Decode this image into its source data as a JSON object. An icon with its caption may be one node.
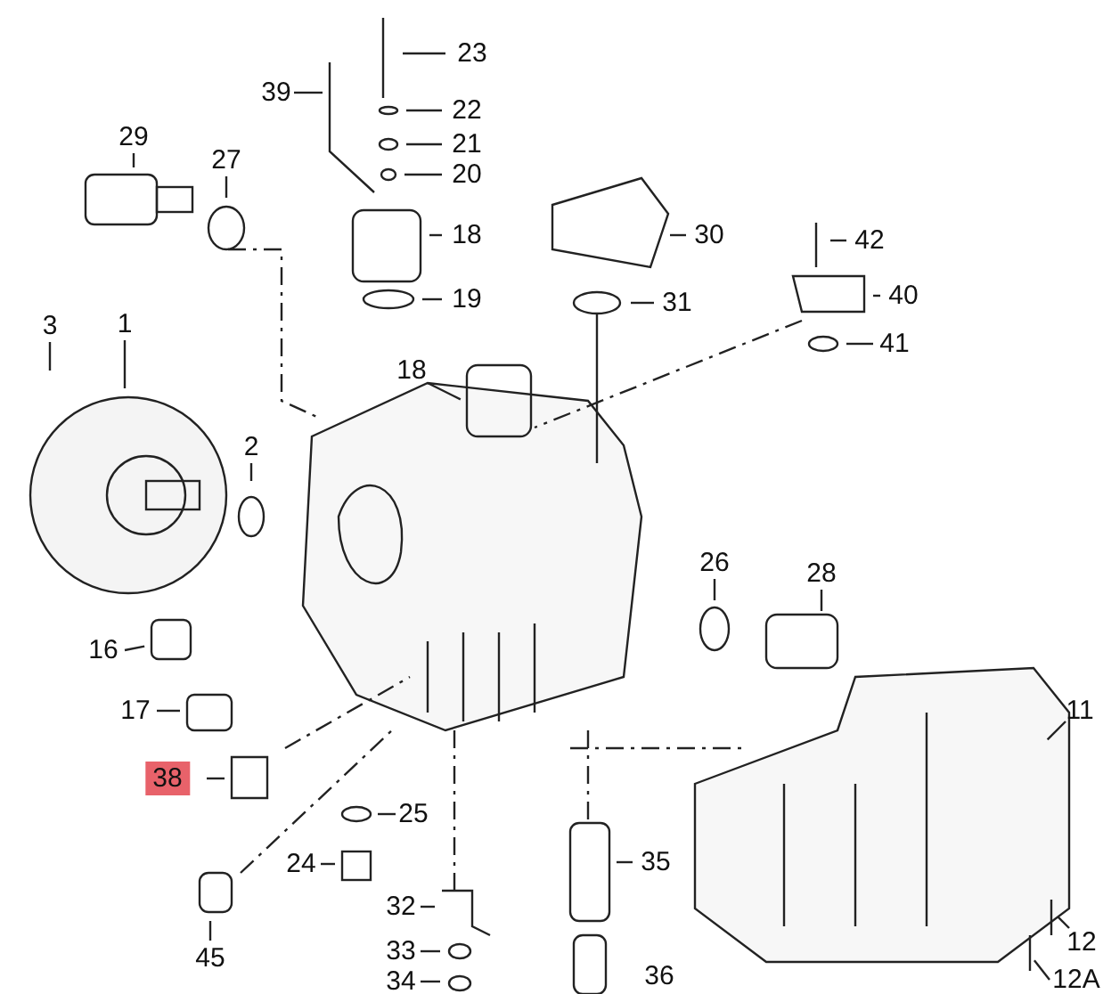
{
  "diagram": {
    "nodes": [
      {
        "text": [
          "23"
        ]
      },
      {
        "text": [
          "39"
        ]
      },
      {
        "text": [
          "22"
        ]
      },
      {
        "text": [
          "21"
        ]
      },
      {
        "text": [
          "29"
        ]
      },
      {
        "text": [
          "27"
        ]
      },
      {
        "text": [
          "20"
        ]
      },
      {
        "text": [
          "18"
        ]
      },
      {
        "text": [
          "30"
        ]
      },
      {
        "text": [
          "42"
        ]
      },
      {
        "text": [
          "19"
        ]
      },
      {
        "text": [
          "31"
        ]
      },
      {
        "text": [
          "40"
        ]
      },
      {
        "text": [
          "41"
        ]
      },
      {
        "text": [
          "3"
        ]
      },
      {
        "text": [
          "1"
        ]
      },
      {
        "text": [
          "18"
        ]
      },
      {
        "text": [
          "2"
        ]
      },
      {
        "text": [
          "26"
        ]
      },
      {
        "text": [
          "28"
        ]
      },
      {
        "text": [
          "16"
        ]
      },
      {
        "text": [
          "11"
        ]
      },
      {
        "text": [
          "17"
        ]
      },
      {
        "text": [
          "38"
        ]
      },
      {
        "text": [
          "25"
        ]
      },
      {
        "text": [
          "24"
        ]
      },
      {
        "text": [
          "35"
        ]
      },
      {
        "text": [
          "32"
        ]
      },
      {
        "text": [
          "12"
        ]
      },
      {
        "text": [
          "33"
        ]
      },
      {
        "text": [
          "45"
        ]
      },
      {
        "text": [
          "12A"
        ]
      },
      {
        "text": [
          "34"
        ]
      },
      {
        "text": [
          "36"
        ]
      }
    ],
    "edges": [
      {
        "from": 0,
        "to": null,
        "arrow": "none"
      },
      {
        "from": 1,
        "to": null,
        "arrow": "none"
      },
      {
        "from": 2,
        "to": null,
        "arrow": "none"
      },
      {
        "from": 3,
        "to": null,
        "arrow": "none"
      },
      {
        "from": 4,
        "to": null,
        "arrow": "none"
      },
      {
        "from": 5,
        "to": null,
        "arrow": "none"
      },
      {
        "from": 6,
        "to": null,
        "arrow": "none"
      },
      {
        "from": 7,
        "to": null,
        "arrow": "none"
      },
      {
        "from": 8,
        "to": null,
        "arrow": "none"
      },
      {
        "from": 9,
        "to": null,
        "arrow": "none"
      },
      {
        "from": 10,
        "to": null,
        "arrow": "none"
      },
      {
        "from": 11,
        "to": null,
        "arrow": "none"
      },
      {
        "from": 12,
        "to": null,
        "arrow": "none"
      },
      {
        "from": 13,
        "to": null,
        "arrow": "none"
      },
      {
        "from": 14,
        "to": null,
        "arrow": "none"
      },
      {
        "from": 15,
        "to": null,
        "arrow": "none"
      },
      {
        "from": 16,
        "to": null,
        "arrow": "none"
      },
      {
        "from": 17,
        "to": null,
        "arrow": "none"
      },
      {
        "from": 18,
        "to": null,
        "arrow": "none"
      },
      {
        "from": 19,
        "to": null,
        "arrow": "none"
      },
      {
        "from": 20,
        "to": null,
        "arrow": "none"
      },
      {
        "from": 21,
        "to": null,
        "arrow": "none"
      },
      {
        "from": 22,
        "to": null,
        "arrow": "none"
      },
      {
        "from": 23,
        "to": null,
        "arrow": "none"
      },
      {
        "from": 24,
        "to": null,
        "arrow": "none"
      },
      {
        "from": 25,
        "to": null,
        "arrow": "none"
      },
      {
        "from": 26,
        "to": null,
        "arrow": "none"
      },
      {
        "from": 27,
        "to": null,
        "arrow": "none"
      },
      {
        "from": 28,
        "to": null,
        "arrow": "none"
      },
      {
        "from": 29,
        "to": null,
        "arrow": "none"
      },
      {
        "from": 30,
        "to": null,
        "arrow": "none"
      },
      {
        "from": 31,
        "to": null,
        "arrow": "none"
      },
      {
        "from": 32,
        "to": null,
        "arrow": "none"
      }
    ]
  }
}
